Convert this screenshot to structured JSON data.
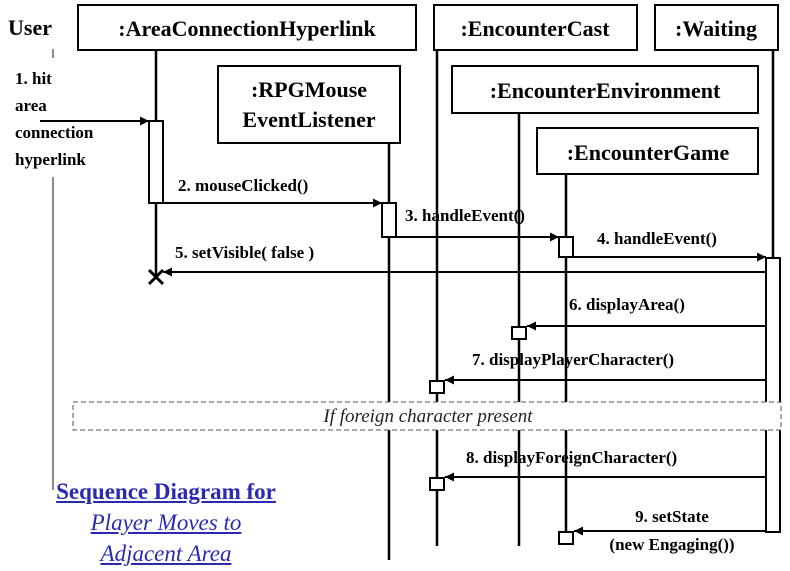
{
  "diagram": {
    "type": "uml-sequence",
    "actor": {
      "label": "User"
    },
    "objects": [
      {
        "id": "area_link",
        "label": ":AreaConnectionHyperlink"
      },
      {
        "id": "mouse_listener",
        "label_lines": [
          ":RPGMouse",
          "EventListener"
        ]
      },
      {
        "id": "cast",
        "label": ":EncounterCast"
      },
      {
        "id": "waiting",
        "label": ":Waiting"
      },
      {
        "id": "environment",
        "label": ":EncounterEnvironment"
      },
      {
        "id": "game",
        "label": ":EncounterGame"
      }
    ],
    "messages": [
      {
        "n": 1,
        "label_lines": [
          "1. hit",
          "area",
          "connection",
          "hyperlink"
        ],
        "from": "User",
        "to": ":AreaConnectionHyperlink"
      },
      {
        "n": 2,
        "label": "2. mouseClicked()",
        "from": ":AreaConnectionHyperlink",
        "to": ":RPGMouseEventListener"
      },
      {
        "n": 3,
        "label": "3. handleEvent()",
        "from": ":RPGMouseEventListener",
        "to": ":EncounterGame"
      },
      {
        "n": 4,
        "label": "4. handleEvent()",
        "from": ":EncounterGame",
        "to": ":Waiting"
      },
      {
        "n": 5,
        "label": "5. setVisible( false )",
        "from": ":Waiting",
        "to": ":AreaConnectionHyperlink",
        "destroys_target": true
      },
      {
        "n": 6,
        "label": "6. displayArea()",
        "from": ":Waiting",
        "to": ":EncounterEnvironment"
      },
      {
        "n": 7,
        "label": "7. displayPlayerCharacter()",
        "from": ":Waiting",
        "to": ":EncounterCast"
      },
      {
        "n": 8,
        "label": "8. displayForeignCharacter()",
        "from": ":Waiting",
        "to": ":EncounterCast",
        "guarded": true
      },
      {
        "n": 9,
        "label_lines": [
          "9. setState",
          "(new Engaging())"
        ],
        "from": ":Waiting",
        "to": ":EncounterGame"
      }
    ],
    "fragment": {
      "label": "If foreign character present"
    }
  },
  "caption": {
    "line1": "Sequence Diagram for",
    "line2": "Player Moves to",
    "line3": "Adjacent Area"
  },
  "colors": {
    "ink": "#000000",
    "user_lifeline": "#8a8a8a",
    "caption_link": "#2a2ab0",
    "fragment_border": "#555555"
  }
}
